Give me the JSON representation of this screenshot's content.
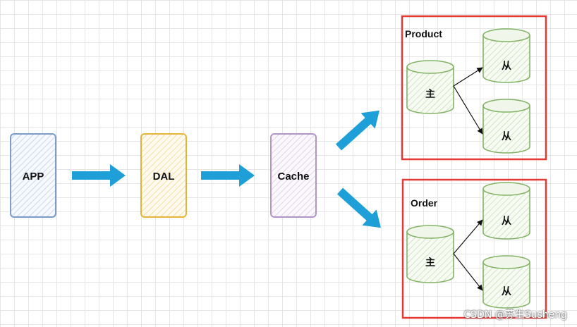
{
  "nodes": {
    "app": "APP",
    "dal": "DAL",
    "cache": "Cache"
  },
  "groups": [
    {
      "title": "Product",
      "master": "主",
      "slaves": [
        "从",
        "从"
      ]
    },
    {
      "title": "Order",
      "master": "主",
      "slaves": [
        "从",
        "从"
      ]
    }
  ],
  "watermark": "CSDN @苏生Susheng",
  "colors": {
    "app": "#7a9cc6",
    "dal": "#e8b33a",
    "cache": "#b294c7",
    "db": "#82b366",
    "group_border": "#e53935",
    "arrow": "#1e9fd8"
  }
}
